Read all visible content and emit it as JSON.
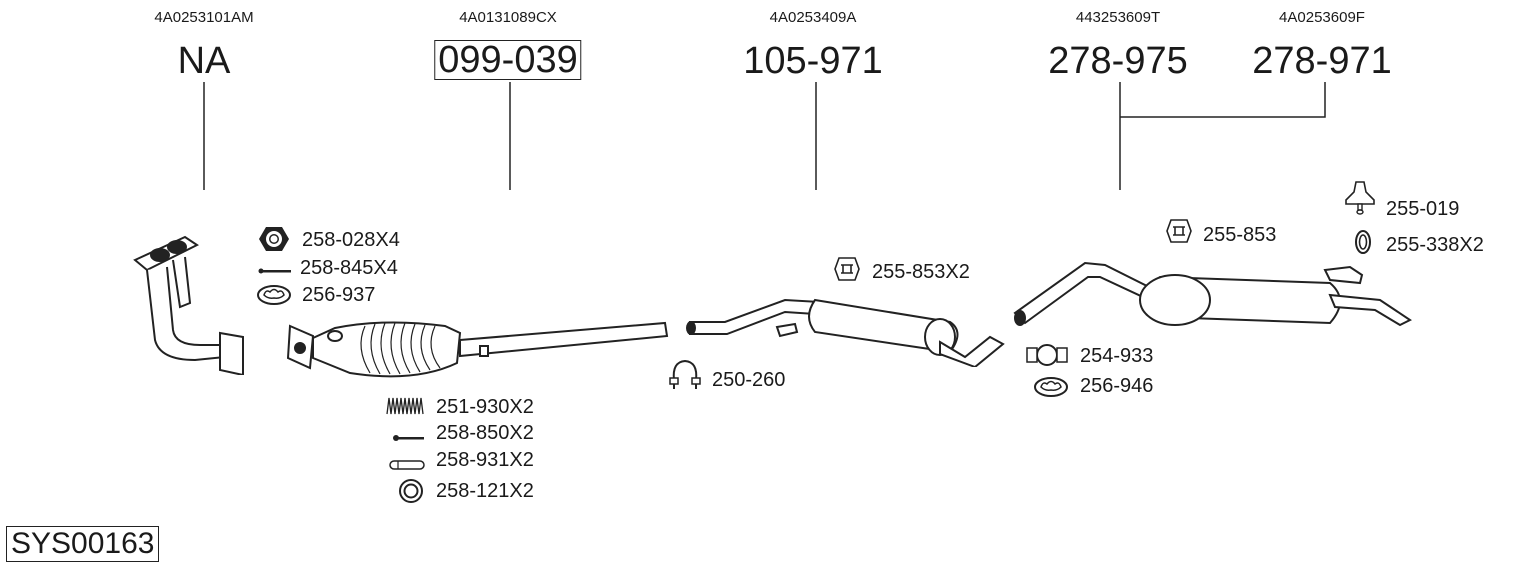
{
  "diagram": {
    "system_id": "SYS00163",
    "main_parts": [
      {
        "oe_number": "4A0253101AM",
        "part_number": "NA",
        "boxed": false,
        "name": "front-pipe"
      },
      {
        "oe_number": "4A0131089CX",
        "part_number": "099-039",
        "boxed": true,
        "name": "catalytic-converter"
      },
      {
        "oe_number": "4A0253409A",
        "part_number": "105-971",
        "boxed": false,
        "name": "middle-silencer"
      },
      {
        "oe_number": "443253609T",
        "part_number": "278-975",
        "boxed": false,
        "name": "rear-silencer"
      },
      {
        "oe_number": "4A0253609F",
        "part_number": "278-971",
        "boxed": false,
        "name": "rear-silencer-alt"
      }
    ],
    "accessories": [
      {
        "label": "258-028X4",
        "icon": "nut-icon"
      },
      {
        "label": "258-845X4",
        "icon": "bolt-icon"
      },
      {
        "label": "256-937",
        "icon": "gasket-icon"
      },
      {
        "label": "251-930X2",
        "icon": "spring-icon"
      },
      {
        "label": "258-850X2",
        "icon": "bolt-icon"
      },
      {
        "label": "258-931X2",
        "icon": "sleeve-icon"
      },
      {
        "label": "258-121X2",
        "icon": "ring-icon"
      },
      {
        "label": "250-260",
        "icon": "clamp-icon"
      },
      {
        "label": "255-853X2",
        "icon": "rubber-hanger-icon"
      },
      {
        "label": "255-853",
        "icon": "rubber-hanger-icon"
      },
      {
        "label": "254-933",
        "icon": "flange-clamp-icon"
      },
      {
        "label": "256-946",
        "icon": "gasket-icon"
      },
      {
        "label": "255-019",
        "icon": "bell-mount-icon"
      },
      {
        "label": "255-338X2",
        "icon": "rubber-ring-icon"
      }
    ]
  }
}
